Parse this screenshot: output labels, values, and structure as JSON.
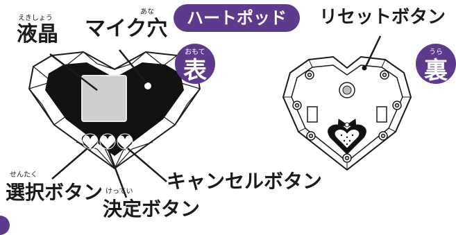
{
  "title": "ハートポッド",
  "front": {
    "label": "表",
    "ruby": "おもて"
  },
  "back": {
    "label": "裏",
    "ruby": "うら"
  },
  "labels": {
    "lcd": {
      "text": "液晶",
      "ruby": "えきしょう"
    },
    "mic": {
      "text": "マイク穴",
      "ruby": "あな"
    },
    "reset": {
      "text": "リセットボタン"
    },
    "select": {
      "text": "選択ボタン",
      "ruby": "せんたく"
    },
    "decide": {
      "text": "決定ボタン",
      "ruby": "けってい"
    },
    "cancel": {
      "text": "キャンセルボタン"
    }
  },
  "colors": {
    "accent": "#5e3a8c",
    "device_front": "#111111",
    "screen": "#cfcfcf",
    "outline": "#1a1a1a"
  }
}
